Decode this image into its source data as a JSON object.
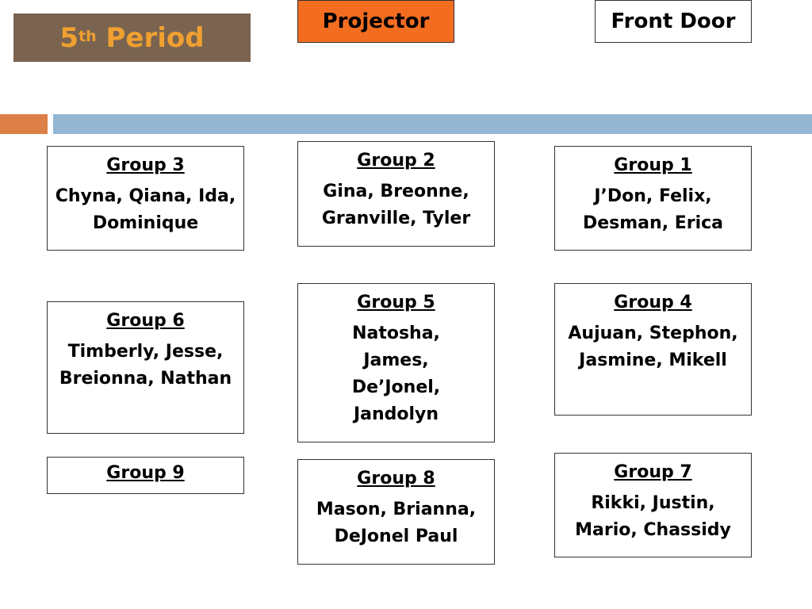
{
  "title": {
    "main": "5",
    "superscript": "th",
    "suffix": " Period"
  },
  "labels": {
    "projector": "Projector",
    "front_door": "Front Door"
  },
  "colors": {
    "title_bg": "#7a6450",
    "title_text": "#f0a030",
    "projector_bg": "#f36d21",
    "bar_orange": "#dd8047",
    "bar_blue": "#94b6d2"
  },
  "groups": {
    "g1": {
      "title": "Group 1",
      "members": "J’Don, Felix, Desman, Erica"
    },
    "g2": {
      "title": "Group 2",
      "members": "Gina, Breonne, Granville, Tyler"
    },
    "g3": {
      "title": "Group 3",
      "members": "Chyna, Qiana, Ida, Dominique"
    },
    "g4": {
      "title": "Group 4",
      "members": "Aujuan, Stephon, Jasmine, Mikell"
    },
    "g5": {
      "title": "Group 5",
      "members": "Natosha, James, De’Jonel, Jandolyn"
    },
    "g6": {
      "title": "Group 6",
      "members": "Timberly, Jesse, Breionna, Nathan"
    },
    "g7": {
      "title": "Group 7",
      "members": "Rikki, Justin, Mario, Chassidy"
    },
    "g8": {
      "title": "Group 8",
      "members": "Mason, Brianna, DeJonel Paul"
    },
    "g9": {
      "title": "Group 9"
    }
  }
}
